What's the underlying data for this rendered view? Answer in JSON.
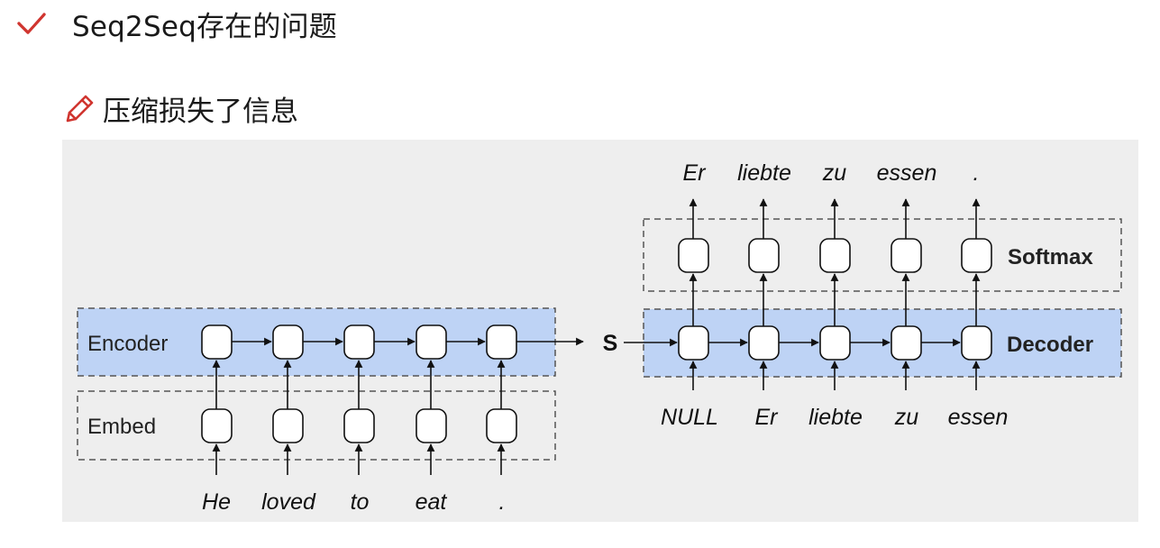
{
  "heading": {
    "text": "Seq2Seq存在的问题",
    "icon": "check-icon",
    "icon_color": "#d0352f"
  },
  "subheading": {
    "text": "压缩损失了信息",
    "icon": "pencil-icon",
    "icon_color": "#d0352f"
  },
  "diagram": {
    "background": "#eeeeee",
    "highlight_fill": "#bed3f5",
    "encoder_label": "Encoder",
    "embed_label": "Embed",
    "state_label": "S",
    "decoder_label": "Decoder",
    "softmax_label": "Softmax",
    "input_words": [
      "He",
      "loved",
      "to",
      "eat",
      "."
    ],
    "decoder_inputs": [
      "NULL",
      "Er",
      "liebte",
      "zu",
      "essen"
    ],
    "output_words": [
      "Er",
      "liebte",
      "zu",
      "essen",
      "."
    ]
  }
}
